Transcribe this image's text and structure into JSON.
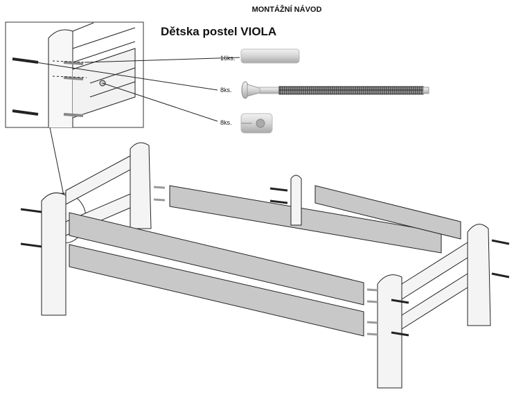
{
  "header": {
    "subtitle": "MONTÁŽNÍ NÁVOD",
    "title": "Dětska postel VIOLA"
  },
  "parts": [
    {
      "name": "dowel",
      "quantity": "16ks."
    },
    {
      "name": "bolt",
      "quantity": "8ks."
    },
    {
      "name": "barrel-nut",
      "quantity": "8ks."
    }
  ],
  "colors": {
    "panel": "#f4f4f4",
    "rail": "#c8c8c8",
    "stroke": "#222222"
  }
}
